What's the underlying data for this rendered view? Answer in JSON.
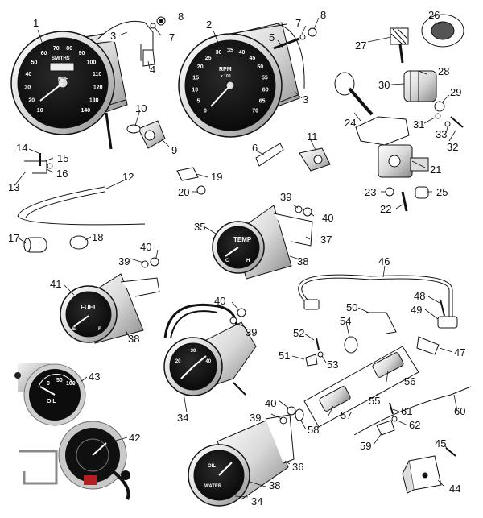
{
  "callouts": [
    {
      "key": "c1",
      "text": "1"
    },
    {
      "key": "c2",
      "text": "2"
    },
    {
      "key": "c3a",
      "text": "3"
    },
    {
      "key": "c3b",
      "text": "3"
    },
    {
      "key": "c4",
      "text": "4"
    },
    {
      "key": "c5",
      "text": "5"
    },
    {
      "key": "c6",
      "text": "6"
    },
    {
      "key": "c7a",
      "text": "7"
    },
    {
      "key": "c7b",
      "text": "7"
    },
    {
      "key": "c8a",
      "text": "8"
    },
    {
      "key": "c8b",
      "text": "8"
    },
    {
      "key": "c9",
      "text": "9"
    },
    {
      "key": "c10",
      "text": "10"
    },
    {
      "key": "c11",
      "text": "11"
    },
    {
      "key": "c12",
      "text": "12"
    },
    {
      "key": "c13",
      "text": "13"
    },
    {
      "key": "c14",
      "text": "14"
    },
    {
      "key": "c15",
      "text": "15"
    },
    {
      "key": "c16",
      "text": "16"
    },
    {
      "key": "c17",
      "text": "17"
    },
    {
      "key": "c18",
      "text": "18"
    },
    {
      "key": "c19",
      "text": "19"
    },
    {
      "key": "c20",
      "text": "20"
    },
    {
      "key": "c21",
      "text": "21"
    },
    {
      "key": "c22",
      "text": "22"
    },
    {
      "key": "c23",
      "text": "23"
    },
    {
      "key": "c24",
      "text": "24"
    },
    {
      "key": "c25",
      "text": "25"
    },
    {
      "key": "c26",
      "text": "26"
    },
    {
      "key": "c27",
      "text": "27"
    },
    {
      "key": "c28",
      "text": "28"
    },
    {
      "key": "c29",
      "text": "29"
    },
    {
      "key": "c30",
      "text": "30"
    },
    {
      "key": "c31",
      "text": "31"
    },
    {
      "key": "c32",
      "text": "32"
    },
    {
      "key": "c33",
      "text": "33"
    },
    {
      "key": "c34a",
      "text": "34"
    },
    {
      "key": "c34b",
      "text": "34"
    },
    {
      "key": "c35",
      "text": "35"
    },
    {
      "key": "c36",
      "text": "36"
    },
    {
      "key": "c37",
      "text": "37"
    },
    {
      "key": "c38a",
      "text": "38"
    },
    {
      "key": "c38b",
      "text": "38"
    },
    {
      "key": "c38c",
      "text": "38"
    },
    {
      "key": "c39a",
      "text": "39"
    },
    {
      "key": "c39b",
      "text": "39"
    },
    {
      "key": "c39c",
      "text": "39"
    },
    {
      "key": "c39d",
      "text": "39"
    },
    {
      "key": "c40a",
      "text": "40"
    },
    {
      "key": "c40b",
      "text": "40"
    },
    {
      "key": "c40c",
      "text": "40"
    },
    {
      "key": "c40d",
      "text": "40"
    },
    {
      "key": "c41",
      "text": "41"
    },
    {
      "key": "c42",
      "text": "42"
    },
    {
      "key": "c43",
      "text": "43"
    },
    {
      "key": "c44",
      "text": "44"
    },
    {
      "key": "c45",
      "text": "45"
    },
    {
      "key": "c46",
      "text": "46"
    },
    {
      "key": "c47",
      "text": "47"
    },
    {
      "key": "c48",
      "text": "48"
    },
    {
      "key": "c49",
      "text": "49"
    },
    {
      "key": "c50",
      "text": "50"
    },
    {
      "key": "c51",
      "text": "51"
    },
    {
      "key": "c52",
      "text": "52"
    },
    {
      "key": "c53",
      "text": "53"
    },
    {
      "key": "c54",
      "text": "54"
    },
    {
      "key": "c55",
      "text": "55"
    },
    {
      "key": "c56",
      "text": "56"
    },
    {
      "key": "c57",
      "text": "57"
    },
    {
      "key": "c58",
      "text": "58"
    },
    {
      "key": "c59",
      "text": "59"
    },
    {
      "key": "c60",
      "text": "60"
    },
    {
      "key": "c61",
      "text": "61"
    },
    {
      "key": "c62",
      "text": "62"
    }
  ],
  "dial_text": {
    "speedo_brand": "SMITHS",
    "speedo_unit": "MPH",
    "speedo_ticks": [
      "10",
      "20",
      "30",
      "40",
      "50",
      "60",
      "70",
      "80",
      "90",
      "100",
      "110",
      "120",
      "130",
      "140"
    ],
    "tacho_unit": "RPM",
    "tacho_scale": "x 100",
    "tacho_ticks": [
      "0",
      "5",
      "10",
      "15",
      "20",
      "25",
      "30",
      "35",
      "40",
      "45",
      "50",
      "55",
      "60",
      "65",
      "70"
    ],
    "temp_label": "TEMP",
    "temp_c": "C",
    "temp_h": "H",
    "fuel_label": "FUEL",
    "fuel_e": "E",
    "fuel_f": "F",
    "oil_label": "OIL",
    "oil_ticks": [
      "0",
      "50",
      "100"
    ],
    "combo_oil": "OIL",
    "combo_water": "WATER",
    "small_ticks": [
      "20",
      "30",
      "40"
    ]
  },
  "colors": {
    "ink": "#111111",
    "dial": "#141414",
    "chrome": "#e6e6e6",
    "photo_bg": "#c8c8c8"
  }
}
